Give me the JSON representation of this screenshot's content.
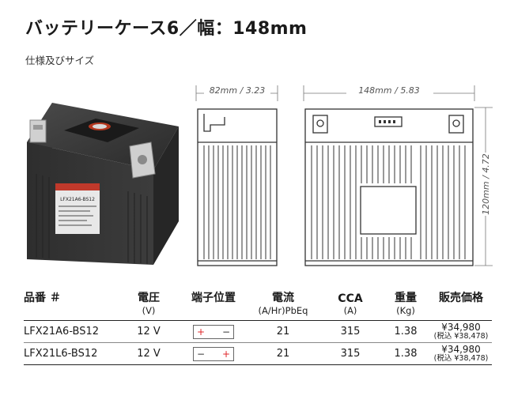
{
  "header": {
    "title": "バッテリーケース6／幅：148mm",
    "subtitle": "仕様及びサイズ"
  },
  "photo": {
    "label": "LFX21A6-BS12"
  },
  "drawings": {
    "side_width": "82mm / 3.23",
    "front_width": "148mm / 5.83",
    "height": "120mm / 4.72"
  },
  "table": {
    "headers": [
      "品番 ＃",
      "電圧",
      "端子位置",
      "電流",
      "CCA",
      "重量",
      "販売価格"
    ],
    "units": [
      "",
      "(V)",
      "",
      "(A/Hr)PbEq",
      "(A)",
      "(Kg)",
      ""
    ],
    "rows": [
      {
        "part": "LFX21A6-BS12",
        "voltage": "12 V",
        "terminal_left": "+",
        "terminal_right": "−",
        "terminal_left_color": "#e0262a",
        "terminal_right_color": "#333333",
        "current": "21",
        "cca": "315",
        "weight": "1.38",
        "price": "¥34,980",
        "price_tax": "(税込 ¥38,478)"
      },
      {
        "part": "LFX21L6-BS12",
        "voltage": "12 V",
        "terminal_left": "−",
        "terminal_right": "+",
        "terminal_left_color": "#333333",
        "terminal_right_color": "#e0262a",
        "current": "21",
        "cca": "315",
        "weight": "1.38",
        "price": "¥34,980",
        "price_tax": "(税込 ¥38,478)"
      }
    ]
  }
}
